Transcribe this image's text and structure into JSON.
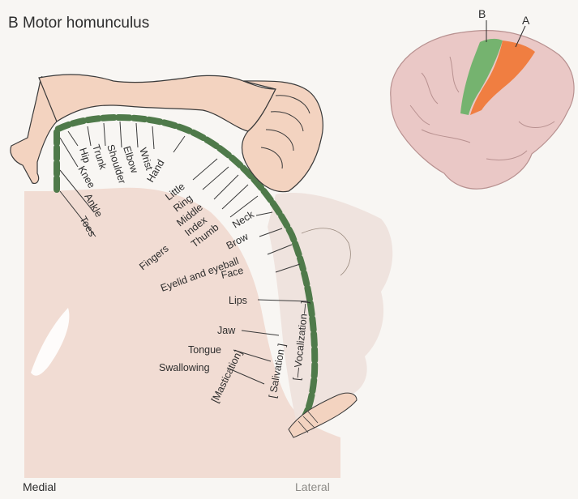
{
  "title": "B  Motor homunculus",
  "colors": {
    "background": "#f8f6f3",
    "tissue": "#f1dcd3",
    "skin": "#f3d3c0",
    "cortex_green": "#4f7a4a",
    "area_green": "#6fb26a",
    "area_orange": "#f07a3a",
    "brain": "#eac8c6",
    "gray_matter": "#eee1dc"
  },
  "brain_labels": {
    "a": "A",
    "b": "B"
  },
  "axis": {
    "medial": "Medial",
    "lateral": "Lateral"
  },
  "labels": {
    "hip": "Hip",
    "trunk": "Trunk",
    "shoulder": "Shoulder",
    "elbow": "Elbow",
    "wrist": "Wrist",
    "hand": "Hand",
    "knee": "Knee",
    "ankle": "Ankle",
    "toes": "Toes",
    "little": "Little",
    "ring": "Ring",
    "middle": "Middle",
    "index": "Index",
    "thumb": "Thumb",
    "fingers": "Fingers",
    "neck": "Neck",
    "brow": "Brow",
    "eyelid": "Eyelid and eyeball",
    "face": "Face",
    "lips": "Lips",
    "jaw": "Jaw",
    "tongue": "Tongue",
    "swallowing": "Swallowing",
    "mastication": "[Mastication]",
    "salivation": "[ Salivation ]",
    "vocalization": "[—Vocalization—]"
  }
}
